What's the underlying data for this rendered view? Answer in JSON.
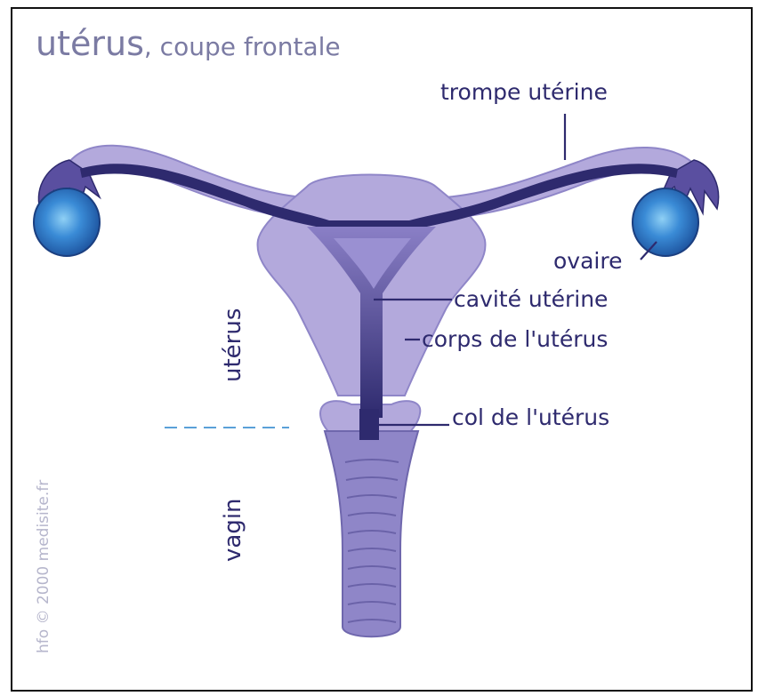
{
  "title": {
    "main": "utérus",
    "sub": ", coupe frontale"
  },
  "labels": {
    "trompe": "trompe utérine",
    "ovaire": "ovaire",
    "cavite": "cavité utérine",
    "corps": "corps de l'utérus",
    "col": "col de l'utérus"
  },
  "side_labels": {
    "uterus": "utérus",
    "vagin": "vagin"
  },
  "copyright": "hfo © 2000 medisite.fr",
  "colors": {
    "tissue_light": "#b3a9dc",
    "tissue_mid": "#8f86c8",
    "tissue_dark": "#2e2a6e",
    "ovary": "#2f7fd0",
    "text": "#2e2a6e",
    "title": "#7b7ba3"
  }
}
